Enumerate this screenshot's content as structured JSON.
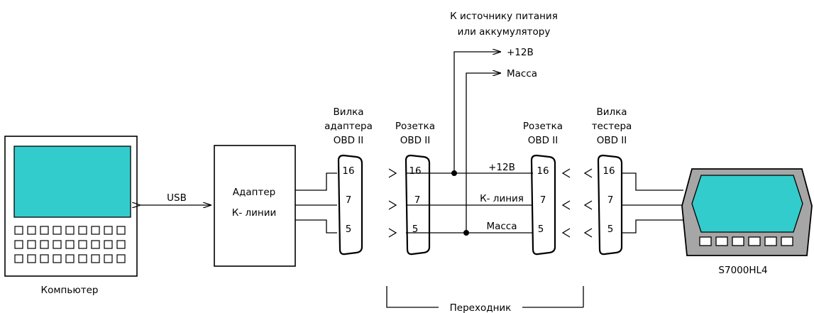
{
  "power_source": {
    "line1": "К источнику питания",
    "line2": "или аккумулятору",
    "plus_label": "+12В",
    "ground_label": "Масса"
  },
  "computer": {
    "label": "Компьютер",
    "screen_color": "#33cccc",
    "key_rows": 3,
    "keys_per_row": 9
  },
  "usb_label": "USB",
  "adapter": {
    "line1": "Адаптер",
    "line2": "К- линии"
  },
  "connectors": {
    "adapter_plug": {
      "line1": "Вилка",
      "line2": "адаптера",
      "line3": "OBD II"
    },
    "adapter_socket": {
      "line1": "Розетка",
      "line2": "OBD II"
    },
    "tester_socket": {
      "line1": "Розетка",
      "line2": "OBD II"
    },
    "tester_plug": {
      "line1": "Вилка",
      "line2": "тестера",
      "line3": "OBD II"
    },
    "pins": [
      "16",
      "7",
      "5"
    ]
  },
  "wires": {
    "plus": "+12В",
    "kline": "К- линия",
    "ground": "Масса"
  },
  "tester": {
    "label": "S7000HL4",
    "screen_color": "#33cccc",
    "buttons": 6
  },
  "adapter_cable_label": "Переходник"
}
